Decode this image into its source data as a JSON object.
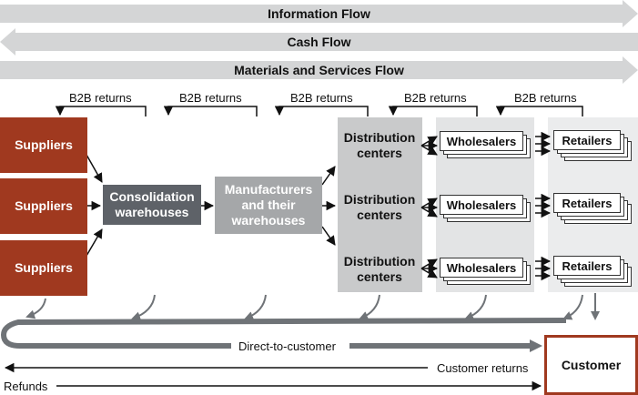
{
  "flows": {
    "information": "Information Flow",
    "cash": "Cash Flow",
    "materials": "Materials and Services Flow"
  },
  "b2b_returns": [
    "B2B returns",
    "B2B returns",
    "B2B returns",
    "B2B returns",
    "B2B returns"
  ],
  "suppliers": [
    "Suppliers",
    "Suppliers",
    "Suppliers"
  ],
  "consolidation": "Consolidation warehouses",
  "manufacturers": "Manufacturers and their warehouses",
  "distribution_centers": [
    "Distribution centers",
    "Distribution centers",
    "Distribution centers"
  ],
  "wholesalers": [
    "Wholesalers",
    "Wholesalers",
    "Wholesalers"
  ],
  "retailers": [
    "Retailers",
    "Retailers",
    "Retailers"
  ],
  "direct_to_customer": "Direct-to-customer",
  "customer_returns": "Customer returns",
  "refunds": "Refunds",
  "customer": "Customer",
  "colors": {
    "supplier": "#a0391f",
    "consolidation": "#5e6268",
    "manufacturers": "#a5a7a9",
    "distribution_bg": "#c9cacb",
    "wholesaler_bg": "#e3e4e5",
    "retailer_bg": "#ebeced",
    "flow_arrow": "#d4d5d6",
    "return_arrow": "#6f7377"
  }
}
